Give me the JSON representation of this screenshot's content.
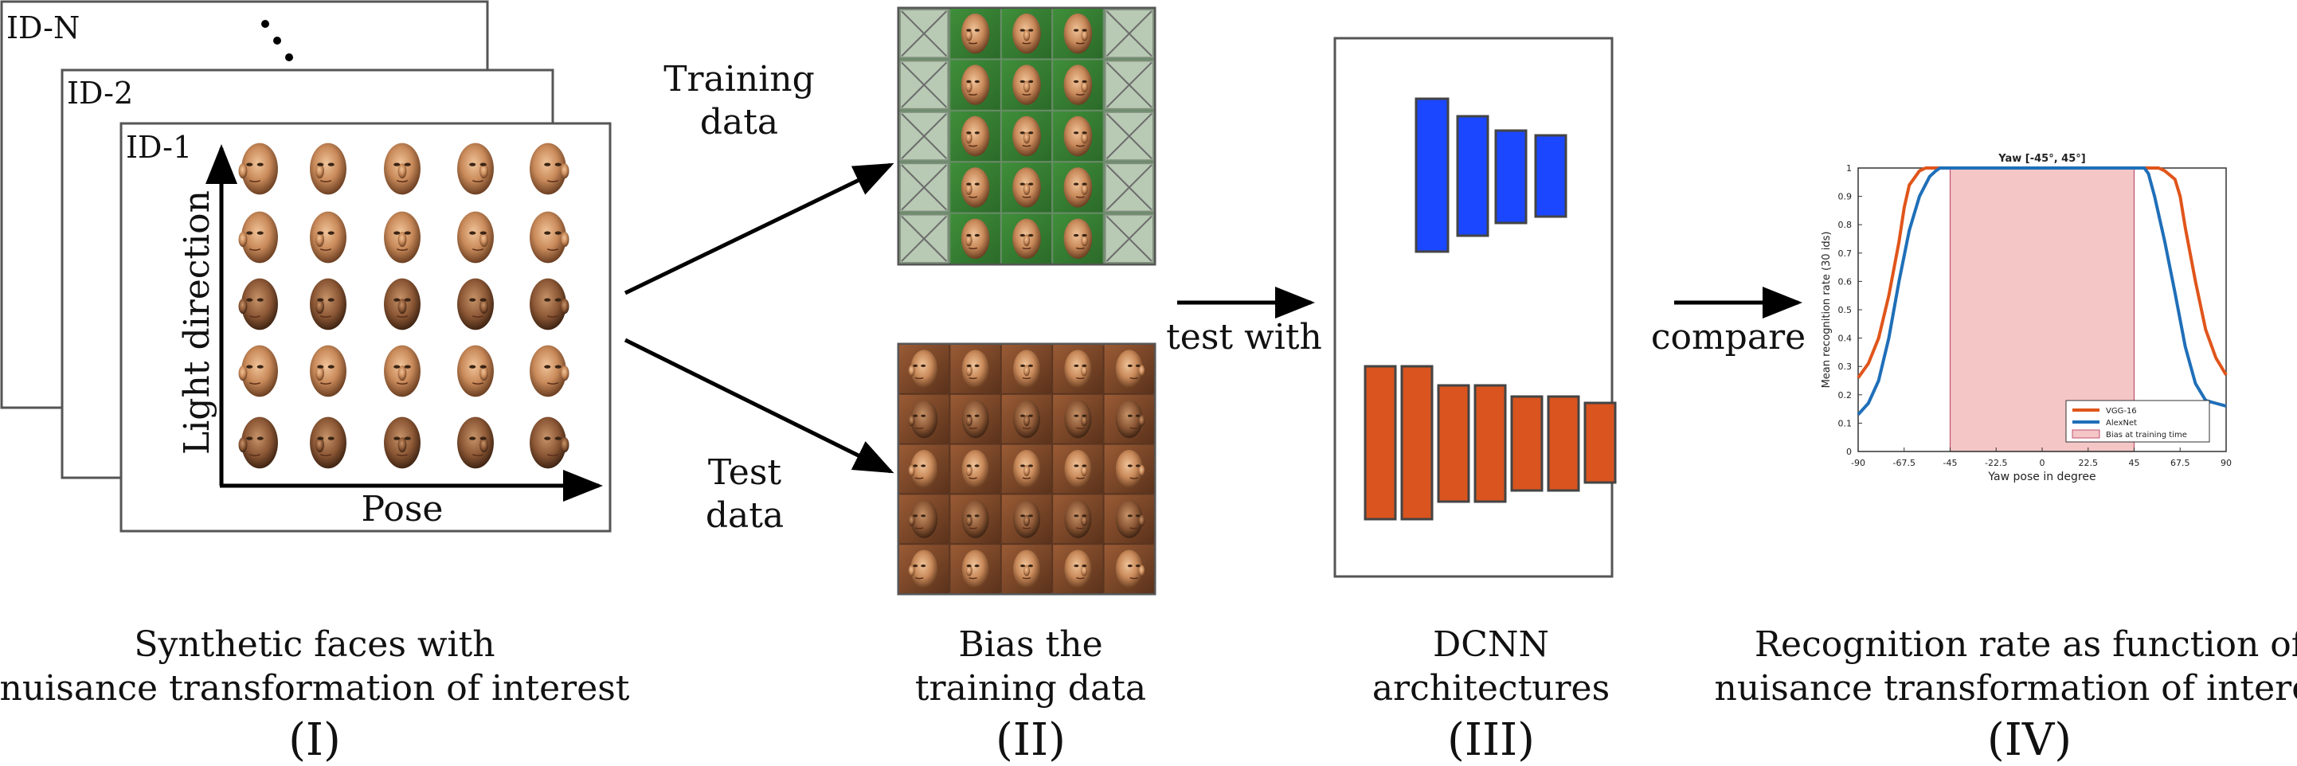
{
  "stage1": {
    "stack_labels": [
      "ID-N",
      "ID-2",
      "ID-1"
    ],
    "y_axis_label": "Light direction",
    "x_axis_label": "Pose",
    "caption_line1": "Synthetic faces with",
    "caption_line2": "nuisance transformation of interest",
    "roman": "(I)"
  },
  "stage2": {
    "training_line1": "Training",
    "training_line2": "data",
    "test_line1": "Test",
    "test_line2": "data",
    "caption_line1": "Bias the",
    "caption_line2": "training data",
    "roman": "(II)"
  },
  "arrows": {
    "test_with": "test with",
    "compare": "compare"
  },
  "stage3": {
    "caption_line1": "DCNN",
    "caption_line2": "architectures",
    "roman": "(III)",
    "colors": {
      "blue": "#1a47ff",
      "orange": "#d9541e"
    }
  },
  "stage4": {
    "caption_line1": "Recognition rate as function of",
    "caption_line2": "nuisance transformation of interest",
    "roman": "(IV)"
  },
  "chart_data": {
    "type": "line",
    "title": "Yaw [-45°, 45°]",
    "xlabel": "Yaw pose in degree",
    "ylabel": "Mean recognition rate (30 ids)",
    "xlim": [
      -90,
      90
    ],
    "ylim": [
      0,
      1
    ],
    "x_ticks": [
      "-90",
      "-67.5",
      "-45",
      "-22.5",
      "0",
      "22.5",
      "45",
      "67.5",
      "90"
    ],
    "y_ticks": [
      "0",
      "0.1",
      "0.2",
      "0.3",
      "0.4",
      "0.5",
      "0.6",
      "0.7",
      "0.8",
      "0.9",
      "1"
    ],
    "shaded_region": {
      "name": "Bias at training time",
      "x": [
        -45,
        45
      ],
      "color": "#f4c6c6"
    },
    "legend_position": "bottom-right",
    "series": [
      {
        "name": "VGG-16",
        "color": "#e0551b",
        "x": [
          -90,
          -85,
          -80,
          -75,
          -70,
          -67.5,
          -65,
          -60,
          -57,
          -55,
          -45,
          45,
          55,
          57,
          60,
          65,
          67.5,
          70,
          75,
          80,
          85,
          90
        ],
        "y": [
          0.26,
          0.31,
          0.4,
          0.55,
          0.74,
          0.86,
          0.94,
          0.99,
          1.0,
          1.0,
          1.0,
          1.0,
          1.0,
          1.0,
          0.99,
          0.96,
          0.9,
          0.79,
          0.6,
          0.43,
          0.33,
          0.27
        ]
      },
      {
        "name": "AlexNet",
        "color": "#1f6fb8",
        "x": [
          -90,
          -85,
          -80,
          -75,
          -70,
          -65,
          -60,
          -55,
          -52,
          -50,
          -45,
          45,
          50,
          52,
          55,
          60,
          65,
          70,
          75,
          80,
          85,
          90
        ],
        "y": [
          0.13,
          0.17,
          0.25,
          0.4,
          0.6,
          0.78,
          0.9,
          0.97,
          0.99,
          1.0,
          1.0,
          1.0,
          1.0,
          0.98,
          0.9,
          0.74,
          0.56,
          0.37,
          0.24,
          0.18,
          0.17,
          0.16
        ]
      }
    ]
  }
}
